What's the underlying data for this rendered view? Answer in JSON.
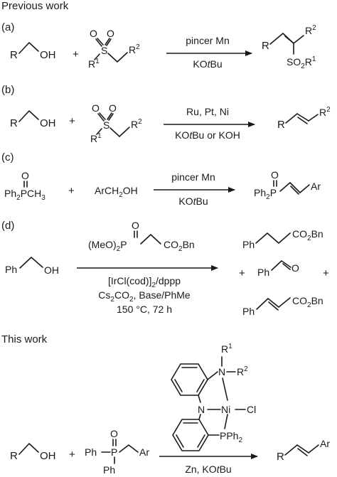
{
  "sections": {
    "previous": "Previous work",
    "this_work": "This work"
  },
  "panel_labels": {
    "a": "(a)",
    "b": "(b)",
    "c": "(c)",
    "d": "(d)"
  },
  "atoms": {
    "R": "R",
    "OH": "OH",
    "S": "S",
    "O": "O",
    "R1": "R",
    "R1_sup": "1",
    "R2": "R",
    "R2_sup": "2",
    "SO2R1": "SO",
    "sub2": "2",
    "P": "P",
    "Ph": "Ph",
    "Ar": "Ar",
    "N": "N",
    "Ni": "Ni",
    "Cl": "Cl",
    "PPh2": "PPh",
    "plus": "+"
  },
  "reagents": {
    "pincer_mn": "pincer Mn",
    "kotbu_pre": "KO",
    "kotbu_t": "t",
    "kotbu_post": "Bu",
    "ru_pt_ni": "Ru, Pt, Ni",
    "or_koh": " or KOH",
    "meo": "(MeO)",
    "co2bn": "CO",
    "bn": "Bn",
    "ir_cat": "[IrCl(cod)]",
    "dppp": "/dppp",
    "cs2co3": "Cs",
    "co3_base": "CO",
    "base_phme": ", Base/PhMe",
    "temp_time": "150 °C, 72 h",
    "zn": "Zn, KO",
    "ph2pch3_c": "CH",
    "ph2pch3_h3": "3",
    "arch2oh_a": "ArCH",
    "arch2oh_b": "OH"
  }
}
